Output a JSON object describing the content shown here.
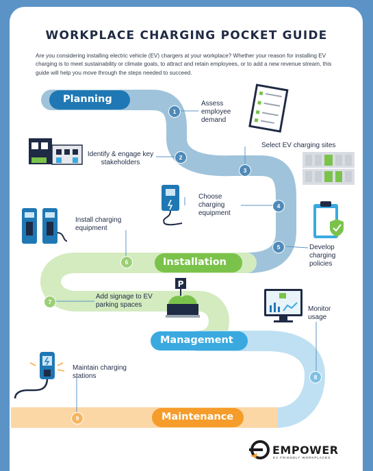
{
  "title": "WORKPLACE CHARGING POCKET GUIDE",
  "intro": "Are you considering installing electric vehicle (EV) chargers at your workplace? Whether your reason for installing EV charging is to meet sustainability or climate goals, to attract and retain employees, or to add a new revenue stream, this guide will help you move through the steps needed to succeed.",
  "stages": {
    "planning": "Planning",
    "installation": "Installation",
    "management": "Management",
    "maintenance": "Maintenance"
  },
  "steps": [
    {
      "num": "1",
      "label": "Assess employee demand"
    },
    {
      "num": "2",
      "label": "Identify & engage key stakeholders"
    },
    {
      "num": "3",
      "label": "Select EV charging sites"
    },
    {
      "num": "4",
      "label": "Choose charging equipment"
    },
    {
      "num": "5",
      "label": "Develop charging policies"
    },
    {
      "num": "6",
      "label": "Install charging equipment"
    },
    {
      "num": "7",
      "label": "Add signage to EV parking spaces"
    },
    {
      "num": "8",
      "label": "Monitor usage"
    },
    {
      "num": "9",
      "label": "Maintain charging stations"
    }
  ],
  "icons": {
    "checklist": "checklist-icon",
    "building": "building-icon",
    "parking_lot": "parking-lot-icon",
    "charger": "charger-icon",
    "policy": "clipboard-shield-icon",
    "chargers_pair": "charging-stations-icon",
    "parking_sign": "parking-sign-icon",
    "monitor": "monitor-icon",
    "wall_charger": "wall-charger-icon",
    "sign_letter": "P"
  },
  "logo": {
    "name": "EMPOWER",
    "tagline": "EV FRIENDLY WORKPLACES"
  },
  "colors": {
    "background": "#5b93c7",
    "planning": "#1f78b4",
    "planning_road": "#9fc3da",
    "installation": "#7bc24b",
    "installation_road": "#d3ebbf",
    "management": "#3aa9e0",
    "management_road": "#bfe0f2",
    "maintenance": "#f59c2a",
    "maintenance_road": "#fbd7a6",
    "title": "#1f2a44"
  }
}
